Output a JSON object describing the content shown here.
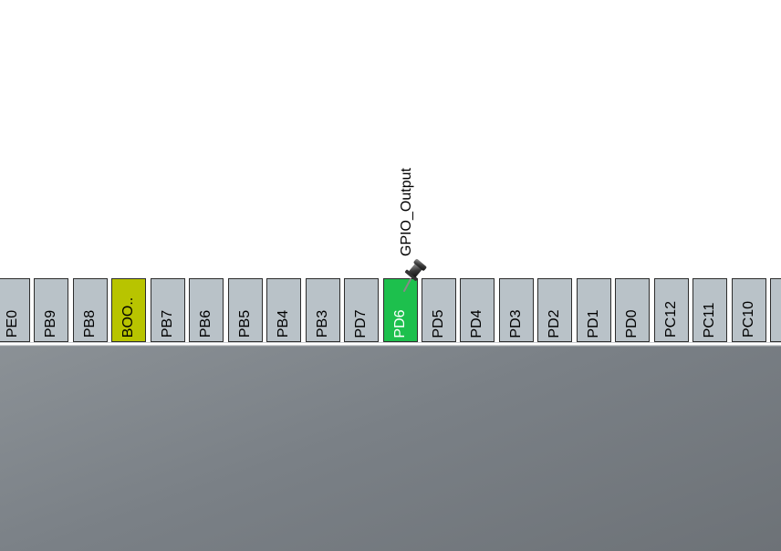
{
  "pins": [
    {
      "label": "PE0",
      "state": "default"
    },
    {
      "label": "PB9",
      "state": "default"
    },
    {
      "label": "PB8",
      "state": "default"
    },
    {
      "label": "BOO..",
      "state": "boot"
    },
    {
      "label": "PB7",
      "state": "default"
    },
    {
      "label": "PB6",
      "state": "default"
    },
    {
      "label": "PB5",
      "state": "default"
    },
    {
      "label": "PB4",
      "state": "default"
    },
    {
      "label": "PB3",
      "state": "default"
    },
    {
      "label": "PD7",
      "state": "default"
    },
    {
      "label": "PD6",
      "state": "active"
    },
    {
      "label": "PD5",
      "state": "default"
    },
    {
      "label": "PD4",
      "state": "default"
    },
    {
      "label": "PD3",
      "state": "default"
    },
    {
      "label": "PD2",
      "state": "default"
    },
    {
      "label": "PD1",
      "state": "default"
    },
    {
      "label": "PD0",
      "state": "default"
    },
    {
      "label": "PC12",
      "state": "default"
    },
    {
      "label": "PC11",
      "state": "default"
    },
    {
      "label": "PC10",
      "state": "default"
    },
    {
      "label": "",
      "state": "default"
    }
  ],
  "signal": {
    "label": "GPIO_Output",
    "pin": "PD6",
    "icon": "pushpin-icon"
  },
  "colors": {
    "pin_default": "#b9c2c8",
    "pin_boot": "#b8c400",
    "pin_active": "#1dc04d",
    "chip_body": "#7a8086"
  }
}
